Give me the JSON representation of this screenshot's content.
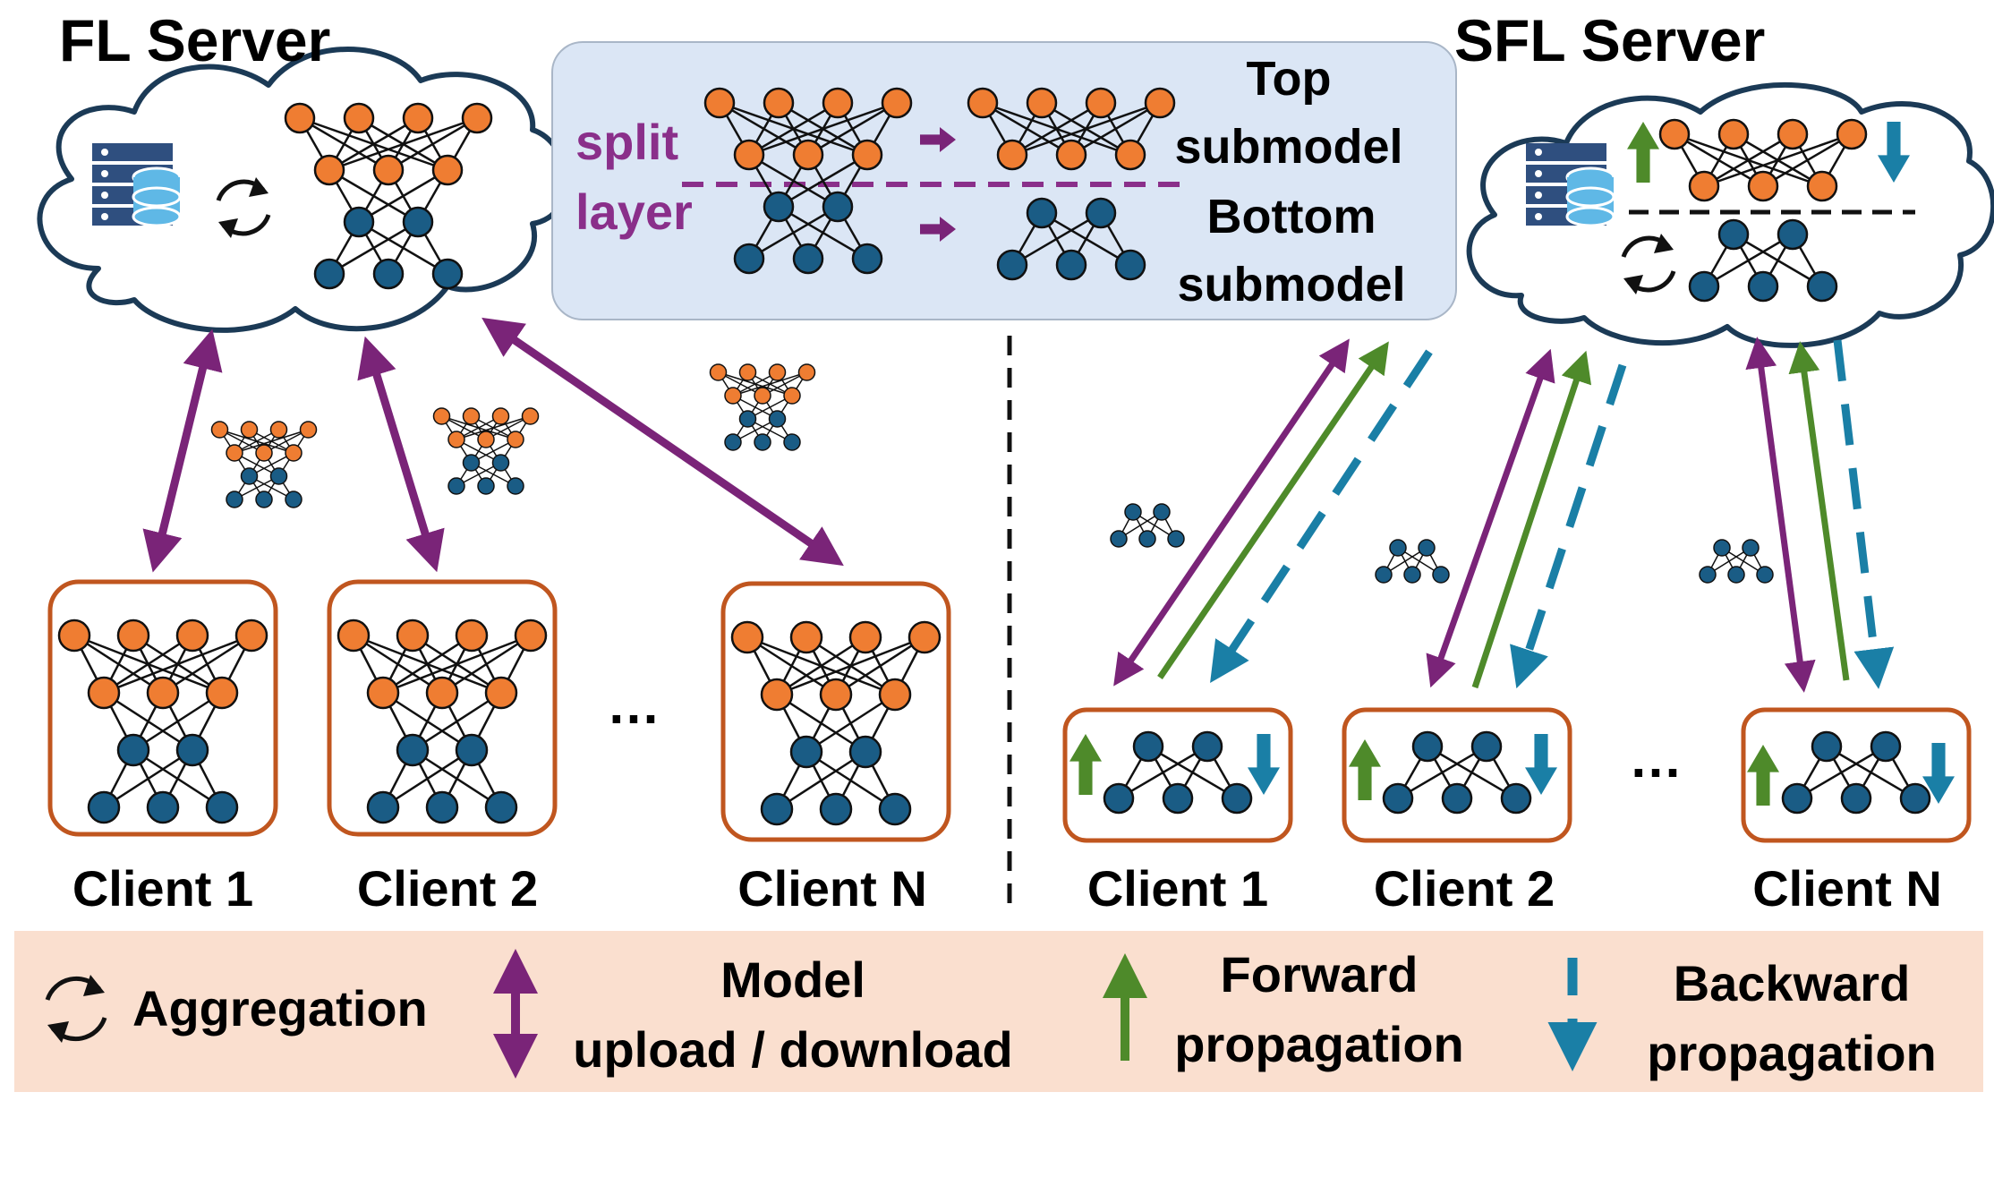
{
  "fl": {
    "server_title": "FL Server",
    "clients": [
      "Client 1",
      "Client 2",
      "Client N"
    ],
    "ellipsis": "…"
  },
  "sfl": {
    "server_title": "SFL Server",
    "clients": [
      "Client 1",
      "Client 2",
      "Client N"
    ],
    "ellipsis": "…"
  },
  "split_panel": {
    "split_line1": "split",
    "split_line2": "layer",
    "top_line1": "Top",
    "top_line2": "submodel",
    "bottom_line1": "Bottom",
    "bottom_line2": "submodel"
  },
  "legend": {
    "aggregation": "Aggregation",
    "model_line1": "Model",
    "model_line2": "upload / download",
    "forward_line1": "Forward",
    "forward_line2": "propagation",
    "backward_line1": "Backward",
    "backward_line2": "propagation"
  },
  "icons": [
    "cloud-icon",
    "database-server-icon",
    "sync-icon",
    "neural-network-icon",
    "up-arrow-icon",
    "down-arrow-icon"
  ],
  "colors": {
    "top_node": "#ef7d32",
    "bottom_node": "#1a5c85",
    "upload_download": "#7a2478",
    "forward": "#4e8a2a",
    "backward": "#1a7fa6",
    "client_border": "#c0561f",
    "split_panel_bg": "#dbe6f5",
    "legend_bg": "#fadfcf",
    "split_text": "#8a2f8a"
  }
}
